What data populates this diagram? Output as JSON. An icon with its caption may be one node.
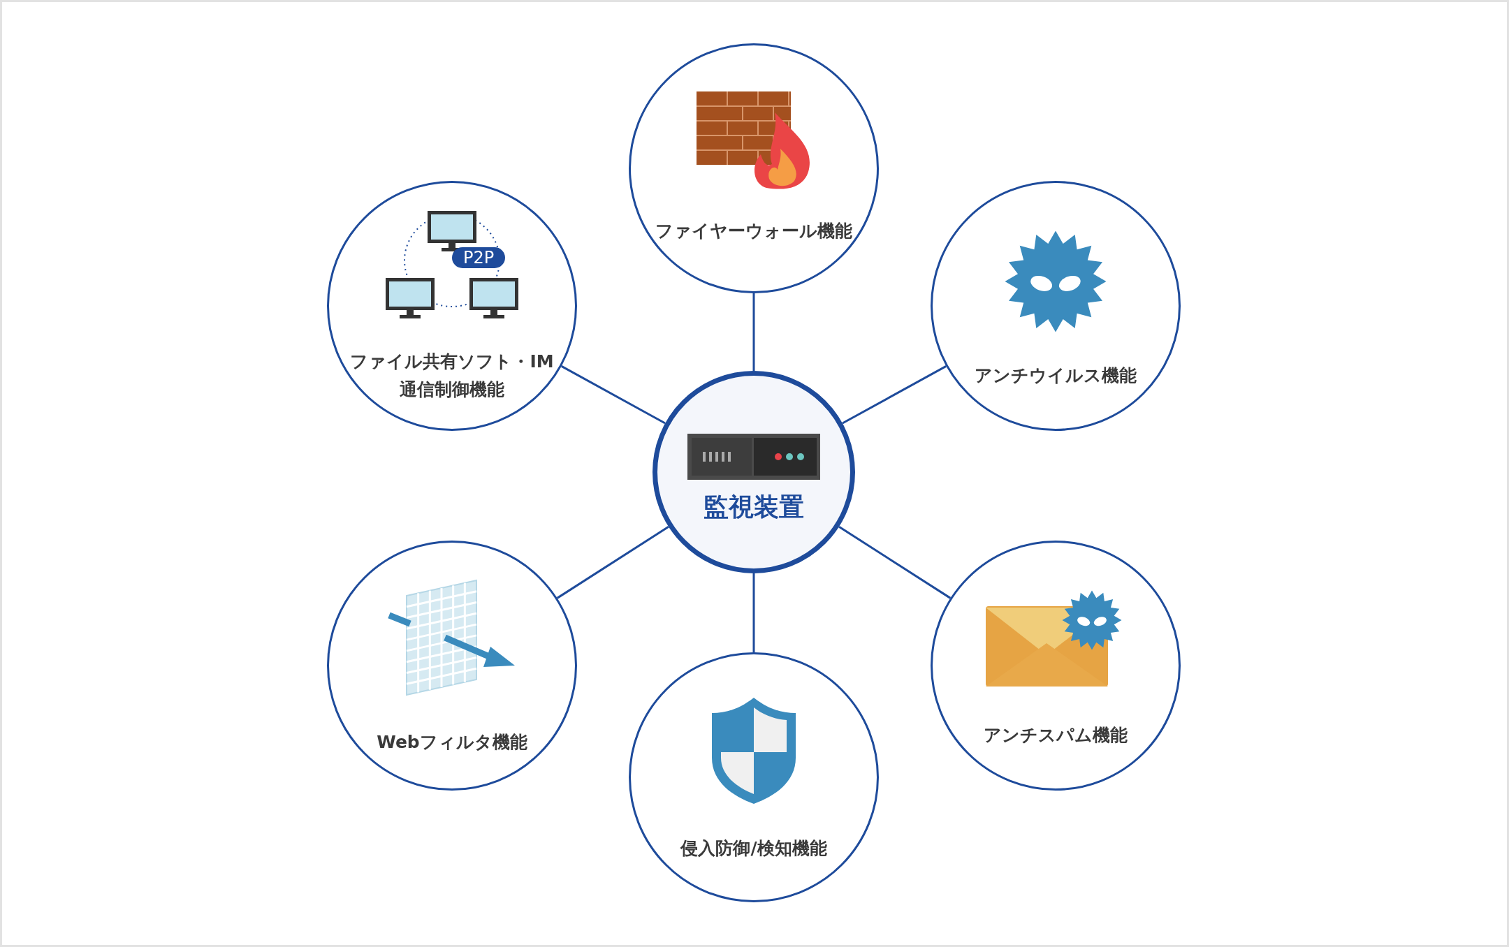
{
  "diagram": {
    "nodes": [
      {
        "text": [
          "監視装置"
        ]
      },
      {
        "text": [
          "ファイヤーウォール機能"
        ]
      },
      {
        "text": [
          "アンチウイルス機能"
        ]
      },
      {
        "text": [
          "アンチスパム機能"
        ]
      },
      {
        "text": [
          "侵入防御/検知機能"
        ]
      },
      {
        "text": [
          "Webフィルタ機能"
        ]
      },
      {
        "text": [
          "ファイル共有ソフト・IM通信制御機能"
        ]
      }
    ],
    "edges": [
      {
        "from": 0,
        "to": 1,
        "arrow": "none"
      },
      {
        "from": 0,
        "to": 2,
        "arrow": "none"
      },
      {
        "from": 0,
        "to": 3,
        "arrow": "none"
      },
      {
        "from": 0,
        "to": 4,
        "arrow": "none"
      },
      {
        "from": 0,
        "to": 5,
        "arrow": "none"
      },
      {
        "from": 0,
        "to": 6,
        "arrow": "none"
      }
    ],
    "labels": [
      "P2P"
    ]
  }
}
